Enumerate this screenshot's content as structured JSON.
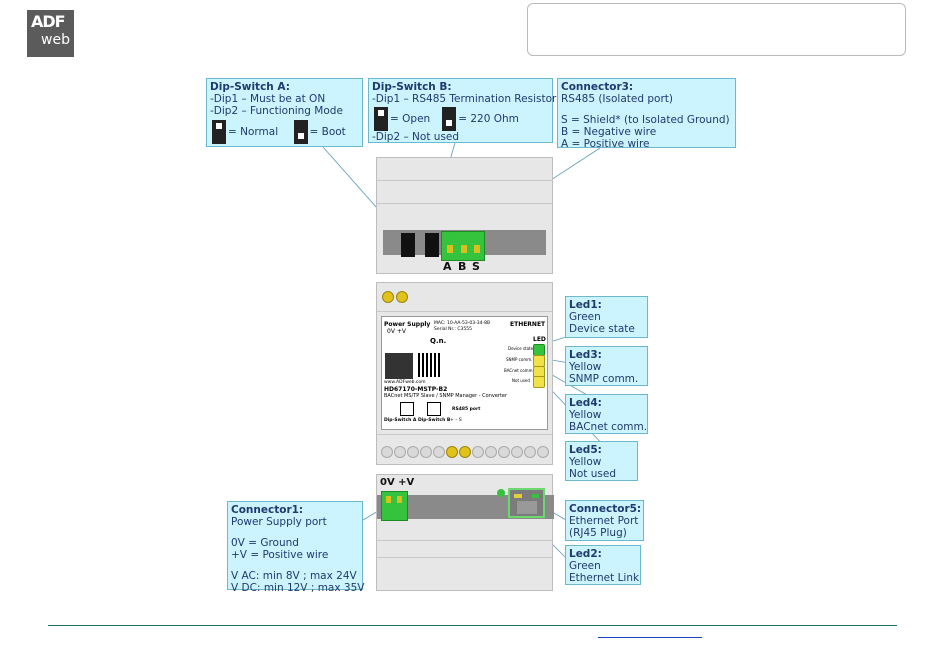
{
  "logo": {
    "line1": "ADF",
    "line2": "web"
  },
  "dipA": {
    "title": "Dip-Switch A:",
    "line1": "-Dip1 – Must be at ON",
    "line2": "-Dip2 – Functioning Mode",
    "normal": "= Normal",
    "boot": "= Boot"
  },
  "dipB": {
    "title": "Dip-Switch B:",
    "line1": "-Dip1 – RS485 Termination Resistor",
    "open": "= Open",
    "ohm": "= 220 Ohm",
    "line2": "-Dip2 – Not used"
  },
  "conn3": {
    "title": "Connector3:",
    "line1": "RS485 (Isolated port)",
    "line2": "S = Shield* (to Isolated Ground)",
    "line3": "B = Negative wire",
    "line4": "A = Positive wire"
  },
  "led1": {
    "title": "Led1:",
    "line1": "Green",
    "line2": "Device state"
  },
  "led3": {
    "title": "Led3:",
    "line1": "Yellow",
    "line2": "SNMP comm."
  },
  "led4": {
    "title": "Led4:",
    "line1": "Yellow",
    "line2": "BACnet comm."
  },
  "led5": {
    "title": "Led5:",
    "line1": "Yellow",
    "line2": "Not used"
  },
  "conn1": {
    "title": "Connector1:",
    "line1": "Power Supply port",
    "line2": "0V = Ground",
    "line3": "+V = Positive wire",
    "line4": "V AC: min 8V ; max 24V",
    "line5": "V DC: min 12V ; max 35V"
  },
  "conn5": {
    "title": "Connector5:",
    "line1": "Ethernet Port",
    "line2": "(RJ45 Plug)"
  },
  "led2": {
    "title": "Led2:",
    "line1": "Green",
    "line2": "Ethernet Link"
  },
  "device": {
    "pins": [
      "A",
      "B",
      "S"
    ],
    "power_pins": "0V +V",
    "ps_title": "Power Supply",
    "ps_pins": "0V  +V",
    "mac": "MAC: 10-AA-53-03-34-8B",
    "serial": "Serial Nr.: C3555",
    "qn": "Q.n.",
    "ethernet": "ETHERNET",
    "leds_header": "LED",
    "led_device": "Device state",
    "led_snmp": "SNMP comm.",
    "led_bacnet": "BACnet comm.",
    "led_notused": "Not used",
    "model": "HD67170-MSTP-B2",
    "desc": "BACnet MS/TP Slave / SNMP Manager - Converter",
    "website": "www.ADFweb.com",
    "rs485": "RS485 port",
    "dip_labels": "Dip-Switch A  Dip-Switch B",
    "pins_small": "+  –  S"
  }
}
